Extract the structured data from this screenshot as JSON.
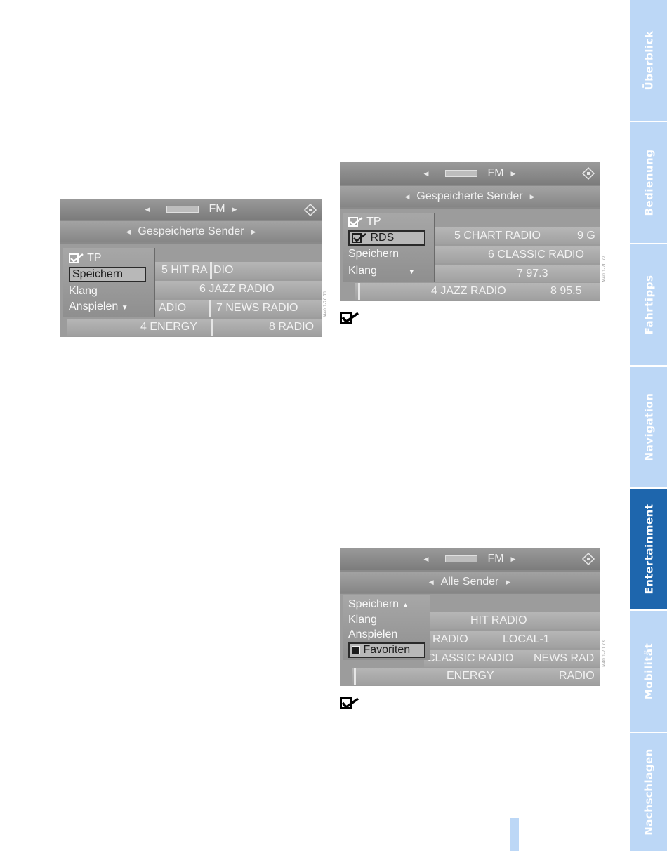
{
  "tabs": [
    {
      "label": "Überblick",
      "active": false
    },
    {
      "label": "Bedienung",
      "active": false
    },
    {
      "label": "Fahrtipps",
      "active": false
    },
    {
      "label": "Navigation",
      "active": false
    },
    {
      "label": "Entertainment",
      "active": true
    },
    {
      "label": "Mobilität",
      "active": false
    },
    {
      "label": "Nachschlagen",
      "active": false
    }
  ],
  "screen1": {
    "band": "FM",
    "title": "Gespeicherte Sender",
    "menu": [
      "TP",
      "Speichern",
      "Klang",
      "Anspielen"
    ],
    "rows": [
      "5 HIT RA",
      "DIO",
      "6 JAZZ RADIO",
      "ADIO",
      "7 NEWS RADIO",
      "4 ENERGY",
      "8 RADIO"
    ],
    "code": "M40 1-70 71"
  },
  "screen2": {
    "band": "FM",
    "title": "Gespeicherte Sender",
    "menu": [
      "TP",
      "RDS",
      "Speichern",
      "Klang"
    ],
    "rows": [
      "5 CHART RADIO",
      "9 G",
      "6 CLASSIC RADIO",
      "7 97.3",
      "4 JAZZ RADIO",
      "8 95.5"
    ],
    "code": "M40 1-70 72"
  },
  "screen3": {
    "band": "FM",
    "title": "Alle Sender",
    "menu": [
      "Speichern",
      "Klang",
      "Anspielen",
      "Favoriten"
    ],
    "rows": [
      "HIT RADIO",
      "RADIO",
      "LOCAL-1",
      "CLASSIC RADIO",
      "NEWS RAD",
      "ENERGY",
      "RADIO"
    ],
    "code": "M40 1-70 73"
  },
  "colors": {
    "tab": "#bcd7f6",
    "tab_active": "#1e66ad",
    "screen": "#8a8a8a"
  }
}
